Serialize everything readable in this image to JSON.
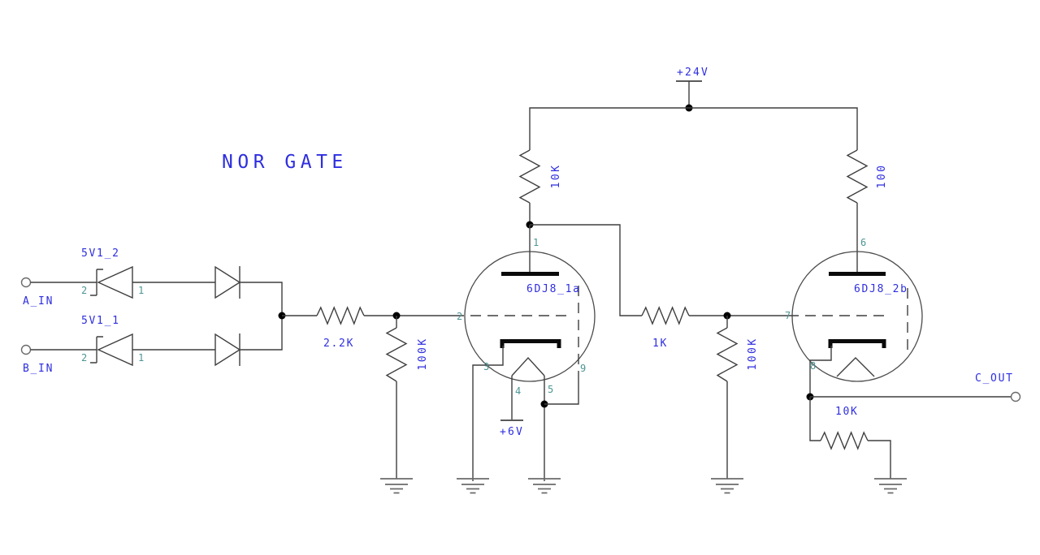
{
  "title": "NOR GATE",
  "colors": {
    "background": "#ffffff",
    "wire": "#3f3f3f",
    "electrode": "#0a0a0a",
    "ground": "#6b6b6b",
    "label_blue": "#2e2ee0",
    "pin_number_teal": "#4e9494"
  },
  "power": {
    "plate_supply": "+24V",
    "heater_supply": "+6V"
  },
  "terminals": {
    "input_a": "A_IN",
    "input_b": "B_IN",
    "output": "C_OUT"
  },
  "diodes": {
    "zener_a": {
      "ref": "5V1_2",
      "cathode_pin": "2",
      "anode_pin": "1"
    },
    "zener_b": {
      "ref": "5V1_1",
      "cathode_pin": "2",
      "anode_pin": "1"
    }
  },
  "resistors": {
    "input_sum": "2.2K",
    "grid1_bleed": "100K",
    "plate1_load": "10K",
    "coupling": "1K",
    "grid2_bleed": "100K",
    "plate2_load": "100",
    "output_load": "10K"
  },
  "tubes": {
    "v1": {
      "ref": "6DJ8_1a",
      "plate_pin": "1",
      "grid_pin": "2",
      "cathode_pin": "3",
      "heater_pin_a": "4",
      "heater_pin_b": "5",
      "shield_pin": "9"
    },
    "v2": {
      "ref": "6DJ8_2b",
      "plate_pin": "6",
      "grid_pin": "7",
      "cathode_pin": "8"
    }
  }
}
